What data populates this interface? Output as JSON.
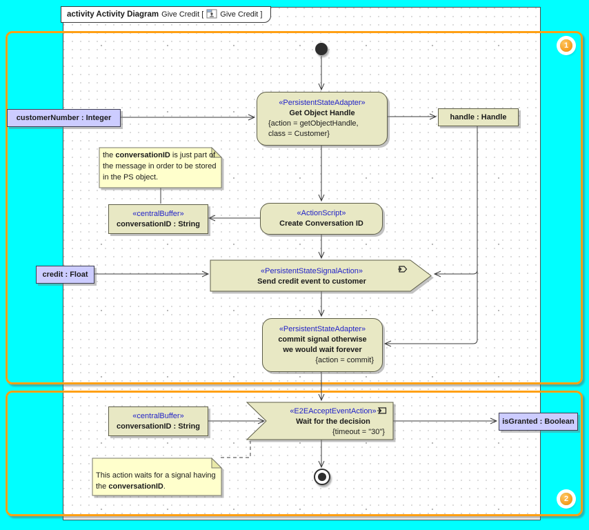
{
  "frame": {
    "tab_bold": "activity Activity Diagram",
    "tab_mid": "Give Credit [",
    "tab_end": "Give Credit ]"
  },
  "groups": {
    "badge1": "1",
    "badge2": "2"
  },
  "nodes": {
    "get_object_handle": {
      "stereotype": "«PersistentStateAdapter»",
      "name": "Get Object Handle",
      "constraint_line1": "{action = getObjectHandle,",
      "constraint_line2": "class = Customer}"
    },
    "create_conversation_id": {
      "stereotype": "«ActionScript»",
      "name": "Create Conversation ID"
    },
    "send_credit_event": {
      "stereotype": "«PersistentStateSignalAction»",
      "name": "Send credit event to customer"
    },
    "commit_signal": {
      "stereotype": "«PersistentStateAdapter»",
      "name_line1": "commit signal otherwise",
      "name_line2": "we would wait forever",
      "constraint": "{action = commit}"
    },
    "wait_for_decision": {
      "stereotype": "«E2EAcceptEventAction»",
      "name": "Wait for the decision",
      "constraint": "{timeout = \"30\"}"
    },
    "conversation_buffer_1": {
      "stereotype": "«centralBuffer»",
      "name": "conversationID : String"
    },
    "conversation_buffer_2": {
      "stereotype": "«centralBuffer»",
      "name": "conversationID : String"
    }
  },
  "pins": {
    "customer_number": "customerNumber : Integer",
    "handle": "handle : Handle",
    "credit": "credit : Float",
    "is_granted": "isGranted : Boolean"
  },
  "notes": {
    "note1": {
      "pre": "the ",
      "bold": "conversationID",
      "post": " is just part of the message in order to be stored in the PS object."
    },
    "note2": {
      "pre": "This action waits for a signal having the ",
      "bold": "conversationID",
      "post": "."
    }
  },
  "colors": {
    "canvas_cyan": "#00FFFF",
    "partition_orange": "#FFA013",
    "node_fill": "#E8E8C4",
    "pin_fill": "#CCCCFF",
    "note_fill": "#FFFFCC",
    "stereotype_blue": "#2121C8"
  }
}
